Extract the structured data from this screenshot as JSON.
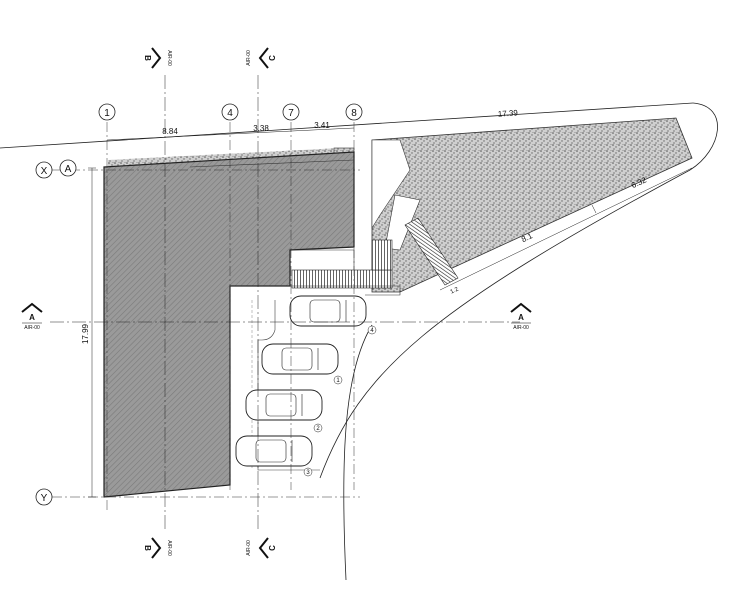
{
  "grid": {
    "columns": [
      "1",
      "4",
      "7",
      "8"
    ],
    "rows": [
      "X",
      "A",
      "Y"
    ]
  },
  "dimensions": {
    "seg1": "8.84",
    "seg2": "3.38",
    "seg3": "3.41",
    "top_total": "17.39",
    "left_height": "17.99",
    "diag_upper": "6.32",
    "diag_lower": "8.1",
    "small": "1.2"
  },
  "sections": {
    "A_letter": "A",
    "A_code": "AIR-00",
    "B_letter": "B",
    "B_code": "AIR-00",
    "C_letter": "C",
    "C_code": "AIR-00"
  },
  "parking_numbers": [
    "1",
    "2",
    "3",
    "4"
  ]
}
